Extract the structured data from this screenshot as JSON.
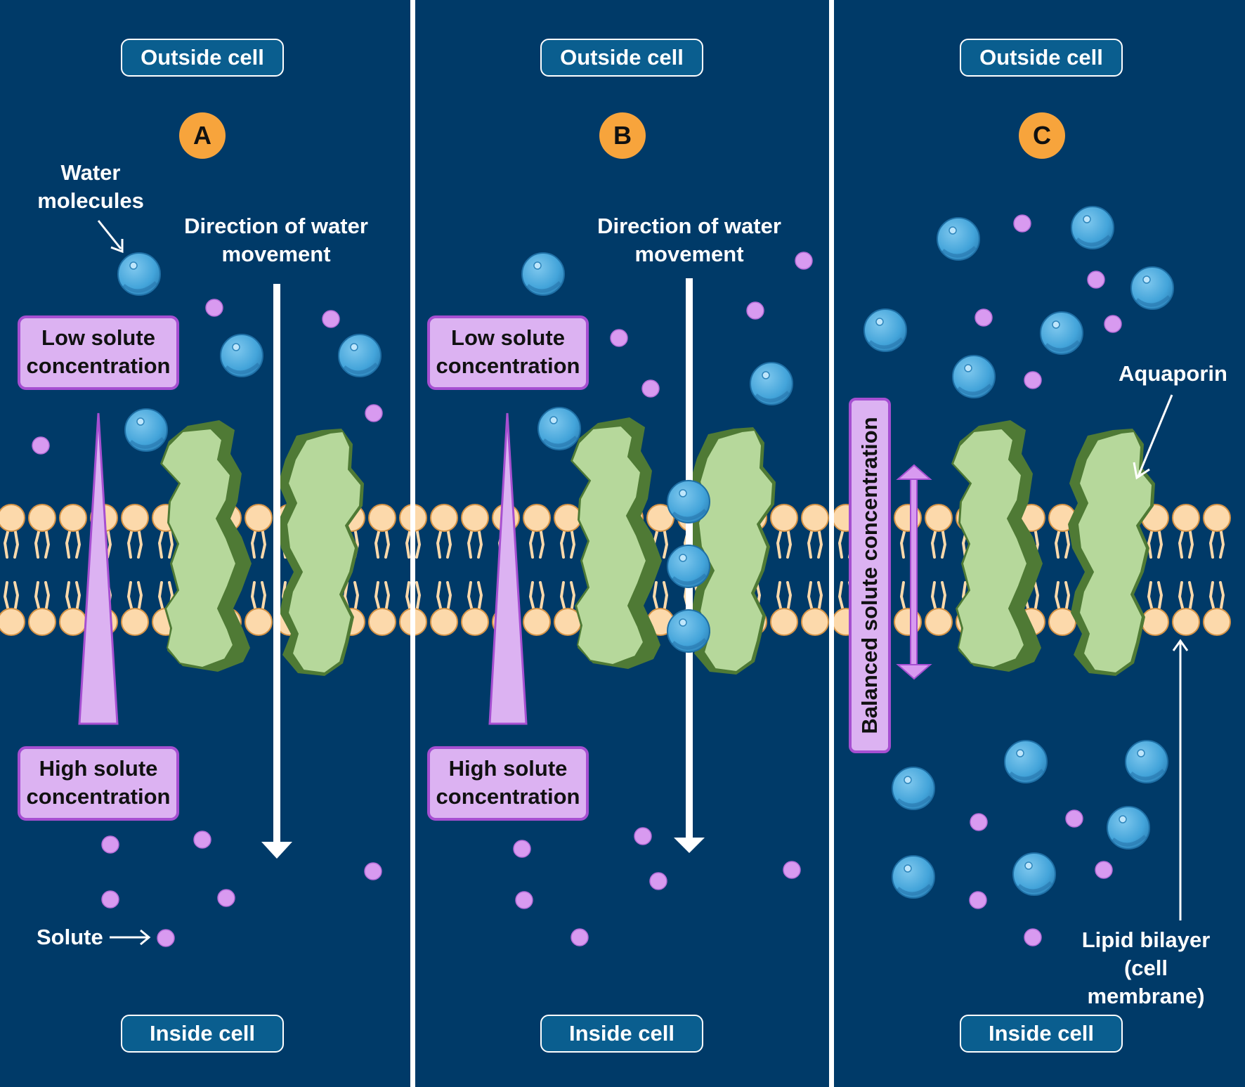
{
  "panels": [
    {
      "badge": "A",
      "outside": "Outside cell",
      "inside": "Inside cell",
      "low_label": "Low solute concentration",
      "high_label": "High solute concentration",
      "direction_label": "Direction of water movement"
    },
    {
      "badge": "B",
      "outside": "Outside cell",
      "inside": "Inside cell",
      "low_label": "Low solute concentration",
      "high_label": "High solute concentration",
      "direction_label": "Direction of water movement"
    },
    {
      "badge": "C",
      "outside": "Outside cell",
      "inside": "Inside cell",
      "balanced_label": "Balanced solute concentration"
    }
  ],
  "annotations": {
    "water_molecules": "Water molecules",
    "solute": "Solute",
    "aquaporin": "Aquaporin",
    "lipid_bilayer": "Lipid bilayer (cell membrane)"
  },
  "colors": {
    "background": "#003a68",
    "divider": "#ffffff",
    "pill": "#0a5e8f",
    "badge": "#f7a43c",
    "concentration_box": "#dcb2f2",
    "concentration_border": "#a64fd1",
    "water": "#4aa8dd",
    "solute": "#d89af0",
    "aquaporin_light": "#b6d89b",
    "aquaporin_dark": "#4f7a35",
    "lipid_head": "#fcd9ab"
  }
}
